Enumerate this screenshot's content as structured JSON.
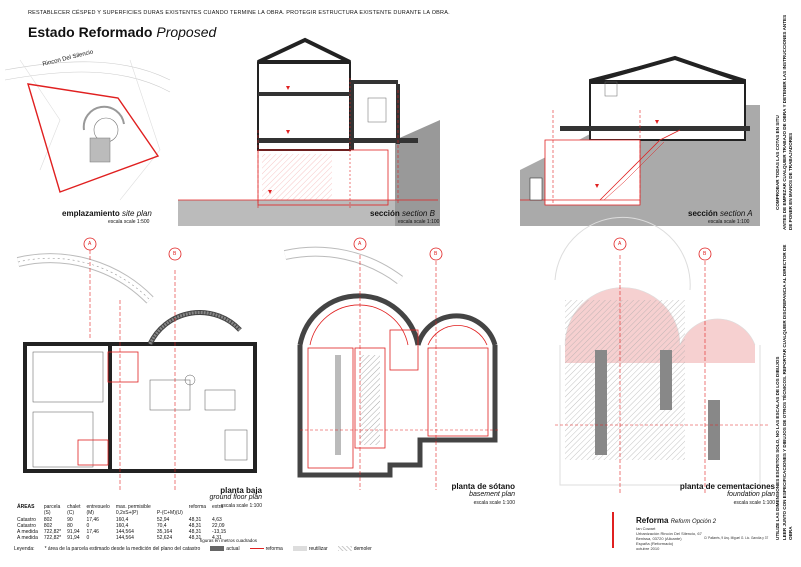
{
  "header": {
    "note": "RESTABLECER CÉSPED Y SUPERFICIES DURAS EXISTENTES CUANDO TERMINE LA OBRA.   PROTEGIR ESTRUCTURA EXISTENTE DURANTE LA OBRA.",
    "title_main": "Estado Reformado",
    "title_sub": "Proposed"
  },
  "site_plan": {
    "road_label": "Rincon Del Silencio",
    "label_es": "emplazamiento",
    "label_en": "site plan",
    "scale": "escala scale 1:500"
  },
  "section_b": {
    "label_es": "sección",
    "label_en": "section B",
    "scale": "escala scale 1:100"
  },
  "section_a": {
    "label_es": "sección",
    "label_en": "section A",
    "scale": "escala scale 1:100"
  },
  "ground_floor": {
    "label_es": "planta baja",
    "label_en": "ground floor plan",
    "scale": "escala scale 1:100"
  },
  "basement": {
    "label_es": "planta de sótano",
    "label_en": "basement plan",
    "scale": "escala scale 1:100"
  },
  "foundation": {
    "label_es": "planta de cementaciones",
    "label_en": "foundation plan",
    "scale": "escala scale 1:100"
  },
  "section_markers": {
    "a": "A",
    "b": "B"
  },
  "areas": {
    "title": "ÁREAS",
    "headers": [
      "parcela",
      "chalet",
      "entresuelo",
      "max. permisible",
      "",
      "reforma",
      "extra"
    ],
    "subheaders": [
      "(S)",
      "(C)",
      "(M)",
      "0,2xS+(P)",
      "P-(C+M)(U)",
      "",
      ""
    ],
    "rows": [
      [
        "Catastro",
        "802",
        "90",
        "17,46",
        "160,4",
        "52,94",
        "48,31",
        "4,63"
      ],
      [
        "Catastro",
        "802",
        "80",
        "0",
        "160,4",
        "70,4",
        "48,31",
        "22,09"
      ],
      [
        "A medida",
        "722,82*",
        "91,94",
        "17,46",
        "144,564",
        "35,164",
        "48,31",
        "-13,15"
      ],
      [
        "A medida",
        "722,82*",
        "91,94",
        "0",
        "144,564",
        "52,624",
        "48,31",
        "4,31"
      ]
    ],
    "footnote": "figuras en metros cuadrados"
  },
  "legend": {
    "title": "Leyenda:",
    "asterisk_note": "*  área de la parcela estimado desde la medición del plano del catastro",
    "items": [
      "actual",
      "reforma",
      "reutilizar",
      "demoler"
    ]
  },
  "vertical_notes": [
    "COMPROBAR TODAS LAS COTAS EN SITU",
    "ANTES DE EMPEZAR CUALQUIER TRABAJO DE OBRA Y DETENER LAS INSTRUCCIONES ANTES DE PONER EN MANOS DE TRABAJADORES",
    "UTILIZE LAS DIMENSIONES ESCRITOS SOLO, NO LAS ESCALAS DE LOS DIBUJOS",
    "LEER JUNTO CON ESPECIFICACIONES Y DIBUJOS DE OTROS TÉCNICOS. REPORTAR CUALQUIER DISCREPANCIA AL DIRECTOR DE OBRA"
  ],
  "title_block": {
    "project": "Reforma",
    "project_sub": "Reform  Opción 2",
    "client": "Ian Cowart",
    "address": "Urbanización Rincón Del Silencio, 67",
    "city": "Benissa, 03720 (Alicante)",
    "extra": "España (Reformado)",
    "date": "octubre 2010",
    "firm": "C/ Pallarés, 9 Arq. Miguel G. Lic. Gandía y 37"
  },
  "colors": {
    "proposed": "#e02020",
    "existing": "#555555",
    "hatch": "#cccccc"
  }
}
